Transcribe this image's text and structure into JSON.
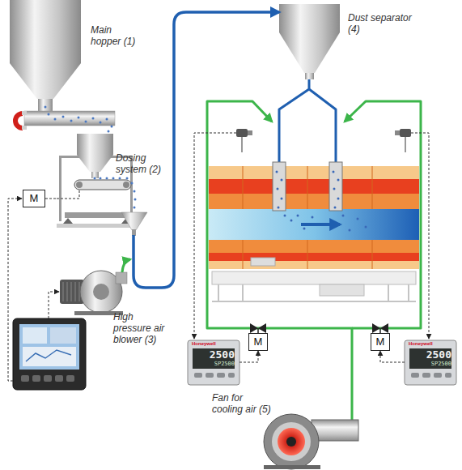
{
  "diagram": {
    "nodes": [
      {
        "text": [
          "Main hopper (1)"
        ]
      },
      {
        "text": [
          "Dosing system (2)"
        ]
      },
      {
        "text": [
          "M"
        ]
      },
      {
        "text": [
          "High pressure air blower (3)"
        ]
      },
      {
        "text": [
          "Dust separator (4)"
        ]
      },
      {
        "text": [
          "M"
        ]
      },
      {
        "text": [
          "M"
        ]
      },
      {
        "text": [
          "Honeywell",
          "2500",
          "SP2500"
        ]
      },
      {
        "text": [
          "Honeywell",
          "2500",
          "SP2500"
        ]
      },
      {
        "text": [
          "Fan for cooling air (5)"
        ]
      }
    ],
    "edges": [
      {
        "from": 1,
        "to": 4,
        "arrow": "to"
      },
      {
        "from": 7,
        "to": 5,
        "arrow": "to"
      },
      {
        "from": 8,
        "to": 6,
        "arrow": "to"
      },
      {
        "from": 2,
        "to": 1,
        "arrow": "none"
      }
    ]
  }
}
